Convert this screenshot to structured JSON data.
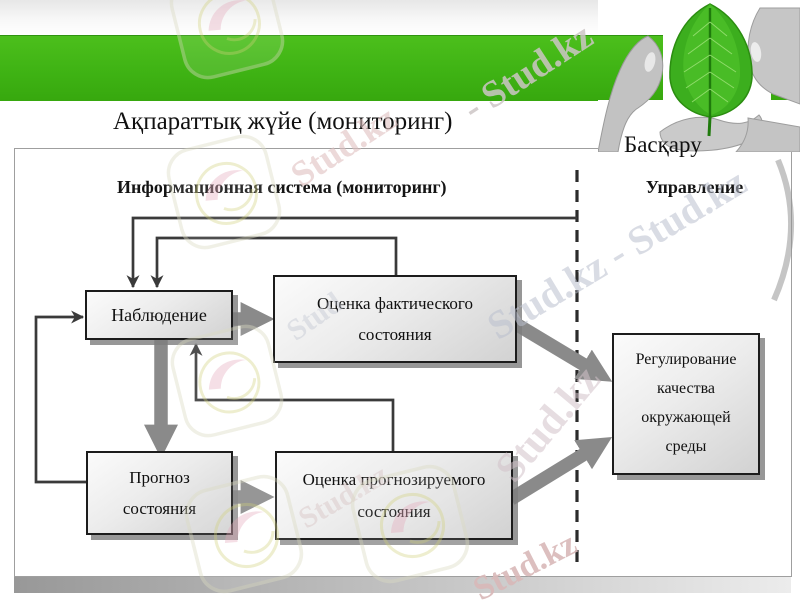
{
  "slide": {
    "title": "Ақпараттық жүйе (мониторинг)",
    "management_label": "Басқару"
  },
  "diagram": {
    "left_header": "Информационная система (мониторинг)",
    "right_header": "Управление",
    "boxes": {
      "observation": "Наблюдение",
      "actual_assessment": "Оценка фактического состояния",
      "forecast": "Прогноз состояния",
      "forecast_assessment": "Оценка прогнозируемого состояния",
      "regulation": "Регулирование качества окружающей среды"
    }
  },
  "watermarks": {
    "items": [
      {
        "text": "- Stud.kz"
      },
      {
        "text": "Stud.kz"
      },
      {
        "text": "Stud.kz - Stud.kz"
      },
      {
        "text": "Stud.kz"
      },
      {
        "text": "Stud.kz"
      },
      {
        "text": "Stud"
      },
      {
        "text": "Stud.kz"
      }
    ]
  },
  "colors": {
    "banner_green": "#3fb314",
    "leaf_green": "#3cae1e",
    "arrow_gray": "#8a8a8a",
    "connector_dark": "#3a3a3a",
    "box_border": "#1c1c1c"
  }
}
